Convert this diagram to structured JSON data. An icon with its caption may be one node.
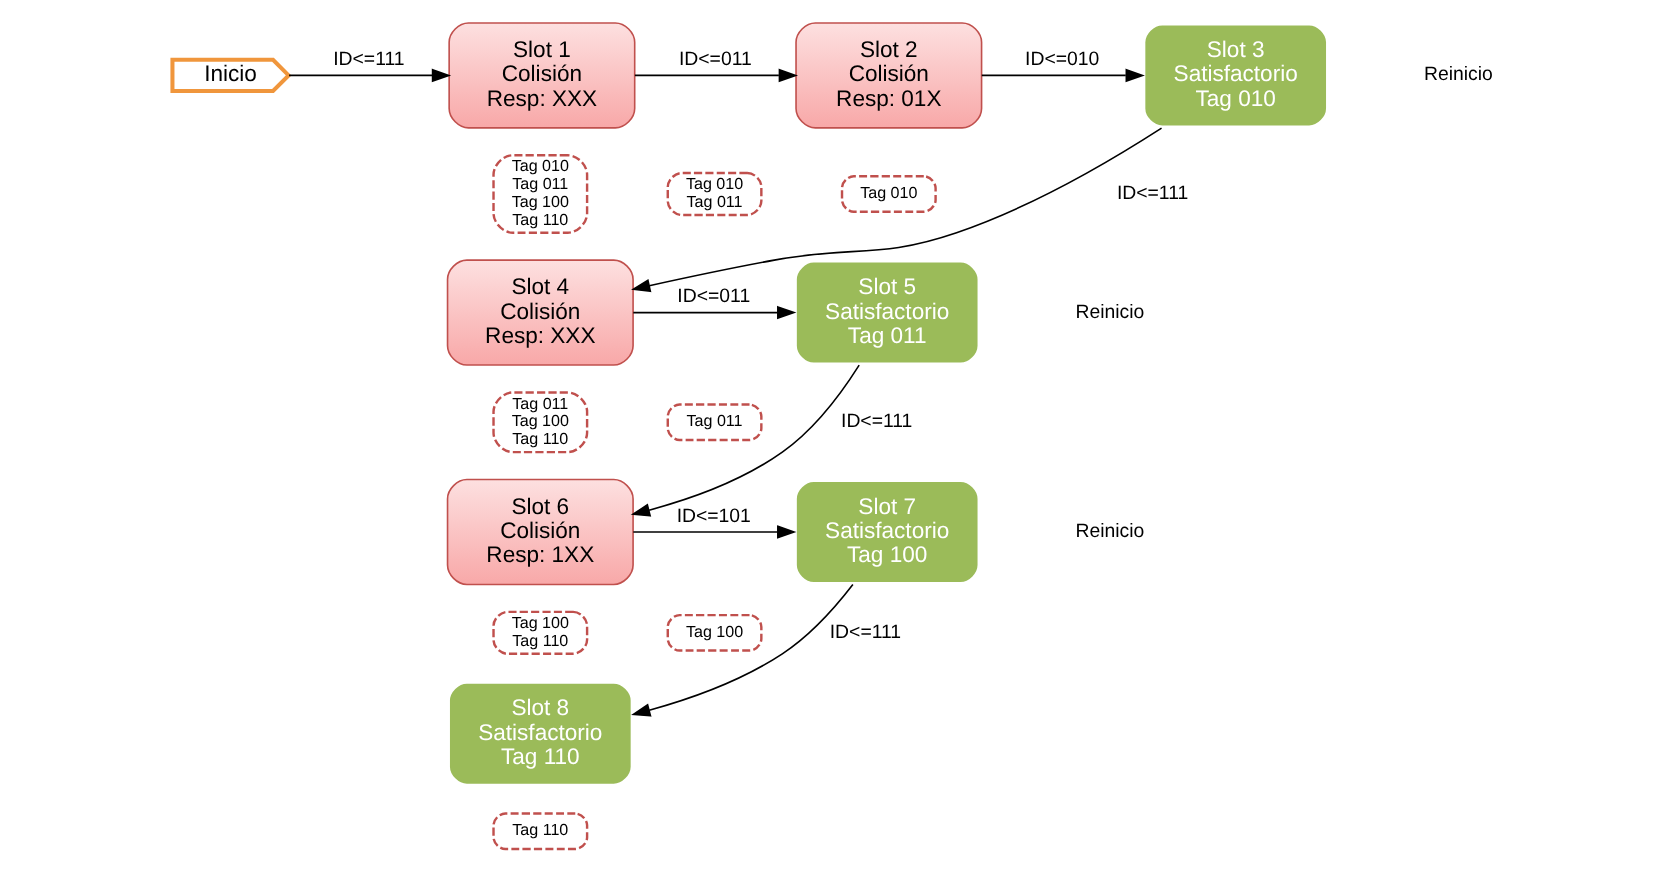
{
  "diagram": {
    "nodes": [
      {
        "text": [
          "Inicio"
        ]
      },
      {
        "text": [
          "Tag 010",
          "Tag 011",
          "Tag 100",
          "Tag 110"
        ]
      },
      {
        "text": [
          "Slot 1",
          "Colisión",
          "Resp: XXX"
        ]
      },
      {
        "text": [
          "Tag 010",
          "Tag 011"
        ]
      },
      {
        "text": [
          "Slot 2",
          "Colisión",
          "Resp: 01X"
        ]
      },
      {
        "text": [
          "Tag 010"
        ]
      },
      {
        "text": [
          "Slot 3",
          "Satisfactorio",
          "Tag 010"
        ]
      },
      {
        "text": [
          "Tag 011",
          "Tag 100",
          "Tag 110"
        ]
      },
      {
        "text": [
          "Slot 4",
          "Colisión",
          "Resp: XXX"
        ]
      },
      {
        "text": [
          "Tag 011"
        ]
      },
      {
        "text": [
          "Slot 5",
          "Satisfactorio",
          "Tag 011"
        ]
      },
      {
        "text": [
          "Tag 100",
          "Tag 110"
        ]
      },
      {
        "text": [
          "Slot 6",
          "Colisión",
          "Resp: 1XX"
        ]
      },
      {
        "text": [
          "Tag 100"
        ]
      },
      {
        "text": [
          "Slot 7",
          "Satisfactorio",
          "Tag 100"
        ]
      },
      {
        "text": [
          "Tag 110"
        ]
      },
      {
        "text": [
          "Slot 8",
          "Satisfactorio",
          "Tag 110"
        ]
      }
    ],
    "edges": [
      {
        "from": 0,
        "to": 2,
        "arrow": "to",
        "label": "ID<=111"
      },
      {
        "from": 2,
        "to": 4,
        "arrow": "to",
        "label": "ID<=011"
      },
      {
        "from": 4,
        "to": 6,
        "arrow": "to",
        "label": "ID<=010"
      },
      {
        "from": 6,
        "to": 8,
        "arrow": "to",
        "label": "ID<=111"
      },
      {
        "from": 8,
        "to": 10,
        "arrow": "to",
        "label": "ID<=011"
      },
      {
        "from": 10,
        "to": 12,
        "arrow": "to",
        "label": "ID<=111"
      },
      {
        "from": 12,
        "to": 14,
        "arrow": "to",
        "label": "ID<=101"
      },
      {
        "from": 14,
        "to": 16,
        "arrow": "to",
        "label": "ID<=111"
      }
    ],
    "labels": [
      "Reinicio",
      "Reinicio",
      "Reinicio"
    ]
  }
}
